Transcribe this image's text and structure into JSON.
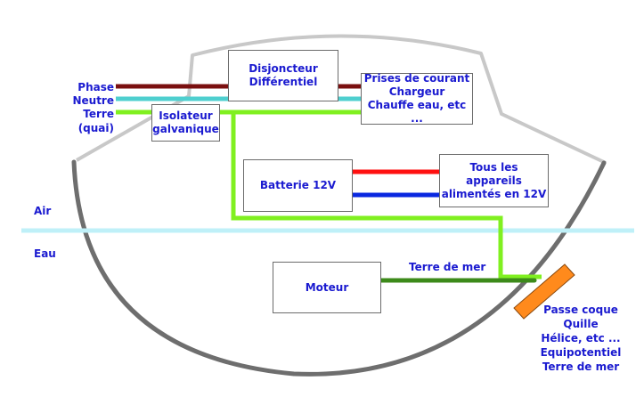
{
  "labels": {
    "phase": "Phase",
    "neutre": "Neutre",
    "terre": "Terre",
    "quai": "(quai)",
    "air": "Air",
    "eau": "Eau",
    "terre_de_mer": "Terre de mer"
  },
  "boxes": {
    "disjoncteur": "Disjoncteur\nDifférentiel",
    "prises": "Prises de courant\nChargeur\nChauffe eau, etc ...",
    "isolateur": "Isolateur\ngalvanique",
    "batterie": "Batterie 12V",
    "appareils": "Tous les appareils\nalimentés en 12V",
    "moteur": "Moteur"
  },
  "passe_coque_text": "Passe coque\nQuille\nHélice, etc ...\nEquipotentiel\nTerre de mer",
  "colors": {
    "label_text": "#1a1ad0",
    "hull": "#6e6e6e",
    "deck": "#c8c8c8",
    "phase_wire": "#7a1010",
    "neutre_wire": "#4ecfcf",
    "terre_wire": "#80f020",
    "dc_positive": "#ff1010",
    "dc_negative": "#0a28e0",
    "sea_ground_wire": "#3c8a1a",
    "waterline": "#bff0f8",
    "passe_coque": "#ff8a1c"
  }
}
